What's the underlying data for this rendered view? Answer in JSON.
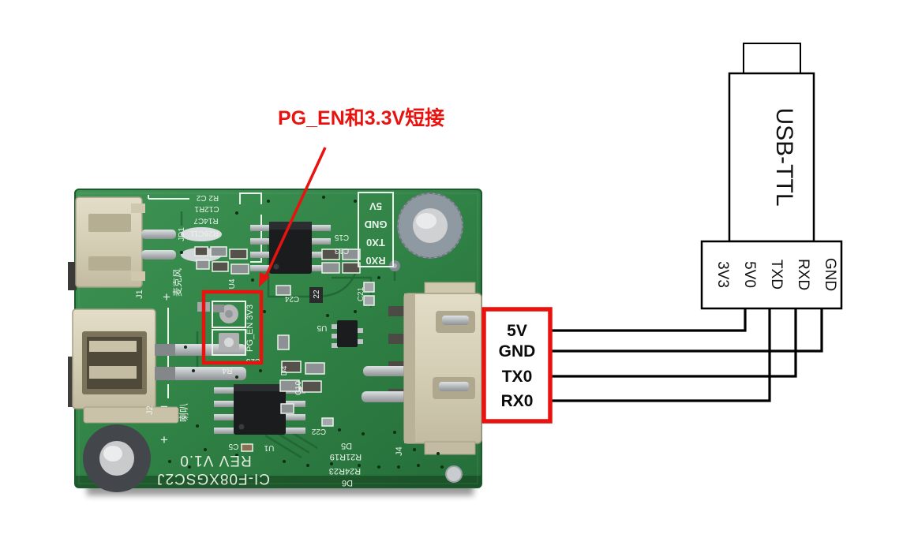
{
  "annotation": {
    "text": "PG_EN和3.3V短接"
  },
  "diagram": {
    "usb_ttl_label": "USB-TTL",
    "pins": [
      "3V3",
      "5V0",
      "TXD",
      "RXD",
      "GND"
    ],
    "wire_labels": [
      "5V",
      "GND",
      "TX0",
      "RX0"
    ],
    "connections": [
      {
        "from": "5V",
        "to": "5V0"
      },
      {
        "from": "GND",
        "to": "GND"
      },
      {
        "from": "TX0",
        "to": "RXD"
      },
      {
        "from": "RX0",
        "to": "TXD"
      }
    ]
  },
  "pcb": {
    "silkscreen": {
      "r2c2": "R2 C2",
      "c12r1": "C12R1",
      "r14c7": "R14C7",
      "r26c11": "R26C11",
      "jd1": "JD1",
      "mic": "麦克风",
      "j1": "J1",
      "j1_plus": "+",
      "j2": "J2",
      "j2_minus": "−",
      "j2_plus": "+",
      "speaker": "喇叭",
      "u4": "U4",
      "u5": "U5",
      "u1": "U1",
      "c15": "C15",
      "c13": "C13",
      "c21": "C21",
      "c24": "C24",
      "r22": "22",
      "c23": "C23",
      "r4": "R4",
      "d4": "D4",
      "c10": "C10",
      "c22": "C22",
      "c5": "C5",
      "d5": "D5",
      "r21r19": "R21R19",
      "r24r23": "R24R23",
      "d6": "D6",
      "j4": "J4",
      "pg_en_3v3": "PG_EN 3V3",
      "header": [
        "5V",
        "GND",
        "TX0",
        "RX0"
      ],
      "rev": "REV V1.0",
      "board_id": "CI-F08XGSC2J"
    }
  },
  "colors": {
    "annotation_red": "#e8120f",
    "wire_black": "#000000",
    "pcb_green": "#2f8044"
  }
}
